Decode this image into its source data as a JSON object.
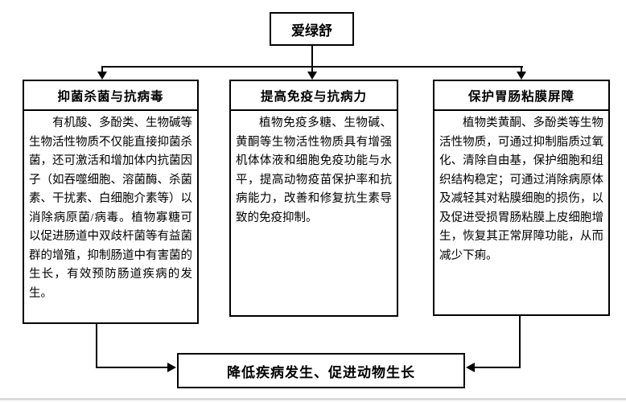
{
  "diagram": {
    "root_label": "爱绿舒",
    "branches": [
      {
        "title": "抑菌杀菌与抗病毒",
        "body": "有机酸、多酚类、生物碱等生物活性物质不仅能直接抑菌杀菌，还可激活和增加体内抗菌因子（如吞噬细胞、溶菌酶、杀菌素、干扰素、白细胞介素等）以消除病原菌/病毒。植物寡糖可以促进肠道中双歧杆菌等有益菌群的增殖，抑制肠道中有害菌的生长，有效预防肠道疾病的发生。"
      },
      {
        "title": "提高免疫与抗病力",
        "body": "植物免疫多糖、生物碱、黄酮等生物活性物质具有增强机体体液和细胞免疫功能与水平，提高动物疫苗保护率和抗病能力，改善和修复抗生素导致的免疫抑制。"
      },
      {
        "title": "保护胃肠粘膜屏障",
        "body": "植物类黄酮、多酚类等生物活性物质，可通过抑制脂质过氧化、清除自由基，保护细胞和组织结构稳定；可通过消除病原体及减轻其对粘膜细胞的损伤，以及促进受损胃肠粘膜上皮细胞增生，恢复其正常屏障功能，从而减少下痢。"
      }
    ],
    "outcome_label": "降低疾病发生、促进动物生长"
  },
  "colors": {
    "line": "#000000",
    "background": "#ffffff",
    "page_divider": "#d9d9d9"
  }
}
